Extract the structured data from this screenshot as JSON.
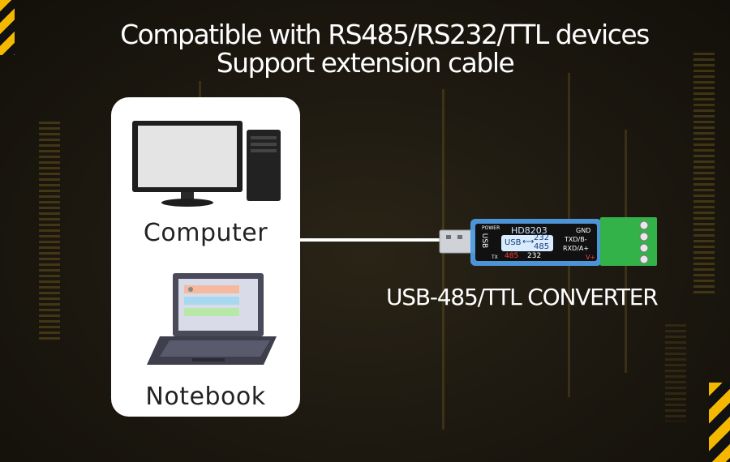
{
  "headline": {
    "line1": "Compatible with RS485/RS232/TTL devices",
    "line2": "Support extension cable"
  },
  "hosts": {
    "computer_label": "Computer",
    "notebook_label": "Notebook"
  },
  "device": {
    "caption": "USB-485/TTL CONVERTER",
    "model": "HD8203",
    "power_label": "POWER",
    "usb_side_label": "USB",
    "mode_usb": "USB",
    "mode_232": "232",
    "mode_485": "485",
    "tx_label": "TX",
    "switch_485": "485",
    "switch_232": "232",
    "pin_gnd": "GND",
    "pin_txd": "TXD/B-",
    "pin_rxd": "RXD/A+",
    "pin_vplus": "V+"
  },
  "colors": {
    "accent_yellow": "#f5b800",
    "device_blue": "#4f9be0",
    "terminal_green": "#33b24a",
    "label_red": "#ff3b3b"
  }
}
